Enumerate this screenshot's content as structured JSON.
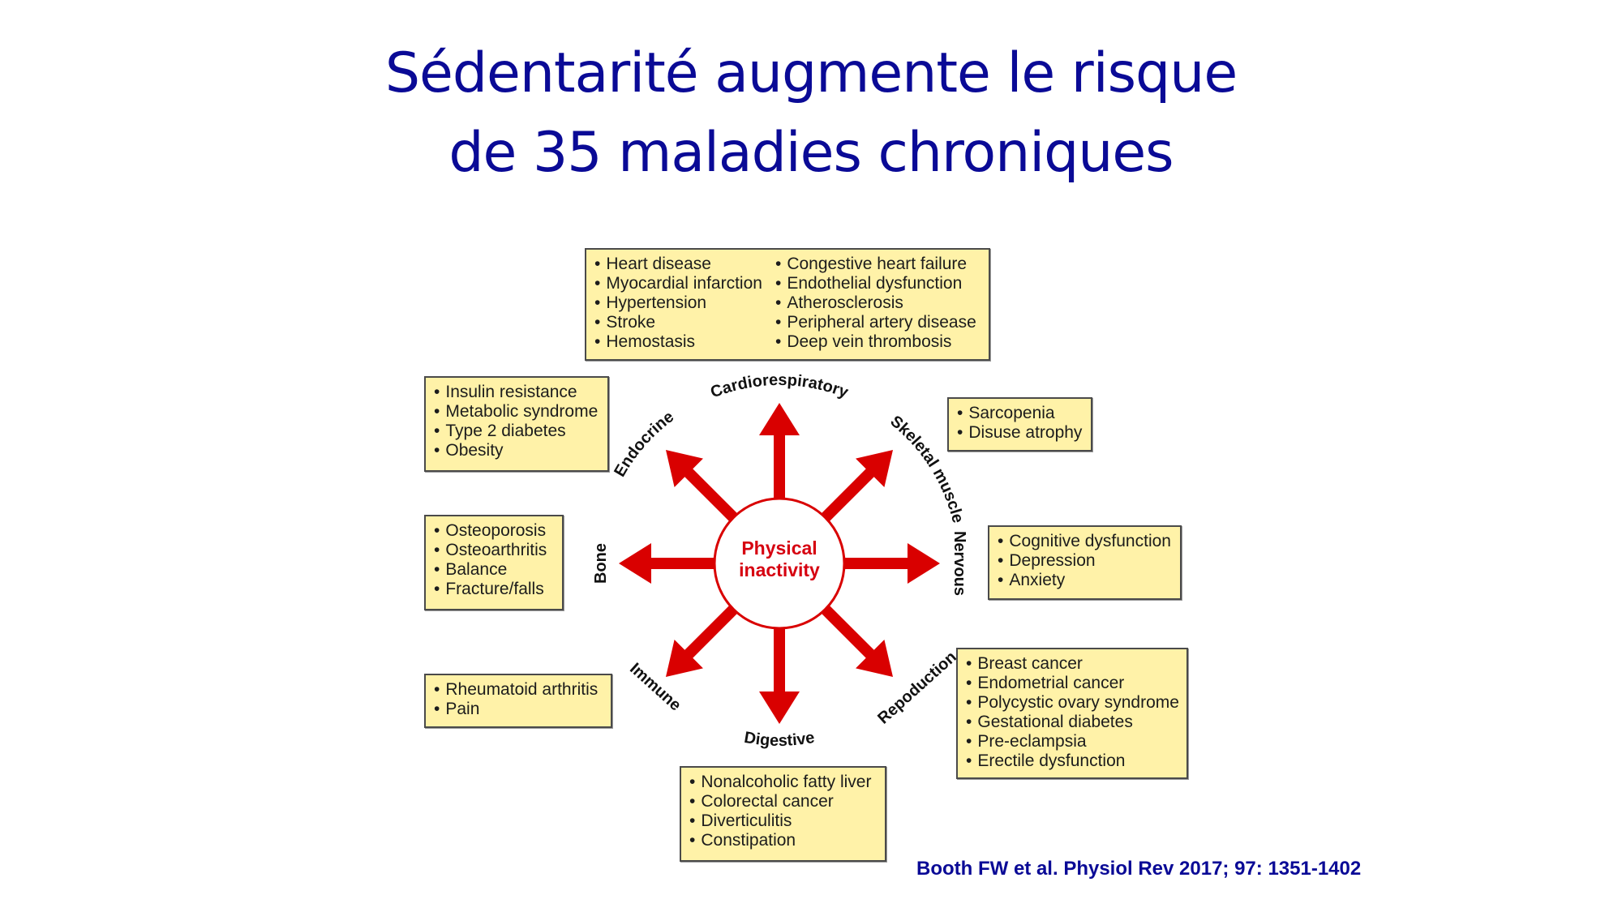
{
  "slide": {
    "title_lines": [
      "Sédentarité augmente le risque",
      "de 35 maladies chroniques"
    ],
    "title_color": "#0a0a96",
    "citation": "Booth FW et al. Physiol Rev 2017; 97: 1351-1402"
  },
  "diagram": {
    "center": {
      "line1": "Physical",
      "line2": "inactivity",
      "color": "#d60010"
    },
    "arrow_color": "#d90000",
    "box_fill": "#fff2a8",
    "systems": {
      "cardiorespiratory": {
        "label": "Cardiorespiratory",
        "col1": [
          "Heart disease",
          "Myocardial infarction",
          "Hypertension",
          "Stroke",
          "Hemostasis"
        ],
        "col2": [
          "Congestive heart failure",
          "Endothelial dysfunction",
          "Atherosclerosis",
          "Peripheral artery disease",
          "Deep vein thrombosis"
        ]
      },
      "skeletal_muscle": {
        "label": "Skeletal muscle",
        "items": [
          "Sarcopenia",
          "Disuse atrophy"
        ]
      },
      "nervous": {
        "label": "Nervous",
        "items": [
          "Cognitive dysfunction",
          "Depression",
          "Anxiety"
        ]
      },
      "reproduction": {
        "label": "Repoduction",
        "items": [
          "Breast cancer",
          "Endometrial cancer",
          "Polycystic ovary syndrome",
          "Gestational diabetes",
          "Pre-eclampsia",
          "Erectile dysfunction"
        ]
      },
      "digestive": {
        "label": "Digestive",
        "items": [
          "Nonalcoholic fatty liver",
          "Colorectal cancer",
          "Diverticulitis",
          "Constipation"
        ]
      },
      "immune": {
        "label": "Immune",
        "items": [
          "Rheumatoid arthritis",
          "Pain"
        ]
      },
      "bone": {
        "label": "Bone",
        "items": [
          "Osteoporosis",
          "Osteoarthritis",
          "Balance",
          "Fracture/falls"
        ]
      },
      "endocrine": {
        "label": "Endocrine",
        "items": [
          "Insulin resistance",
          "Metabolic syndrome",
          "Type 2 diabetes",
          "Obesity"
        ]
      }
    }
  }
}
